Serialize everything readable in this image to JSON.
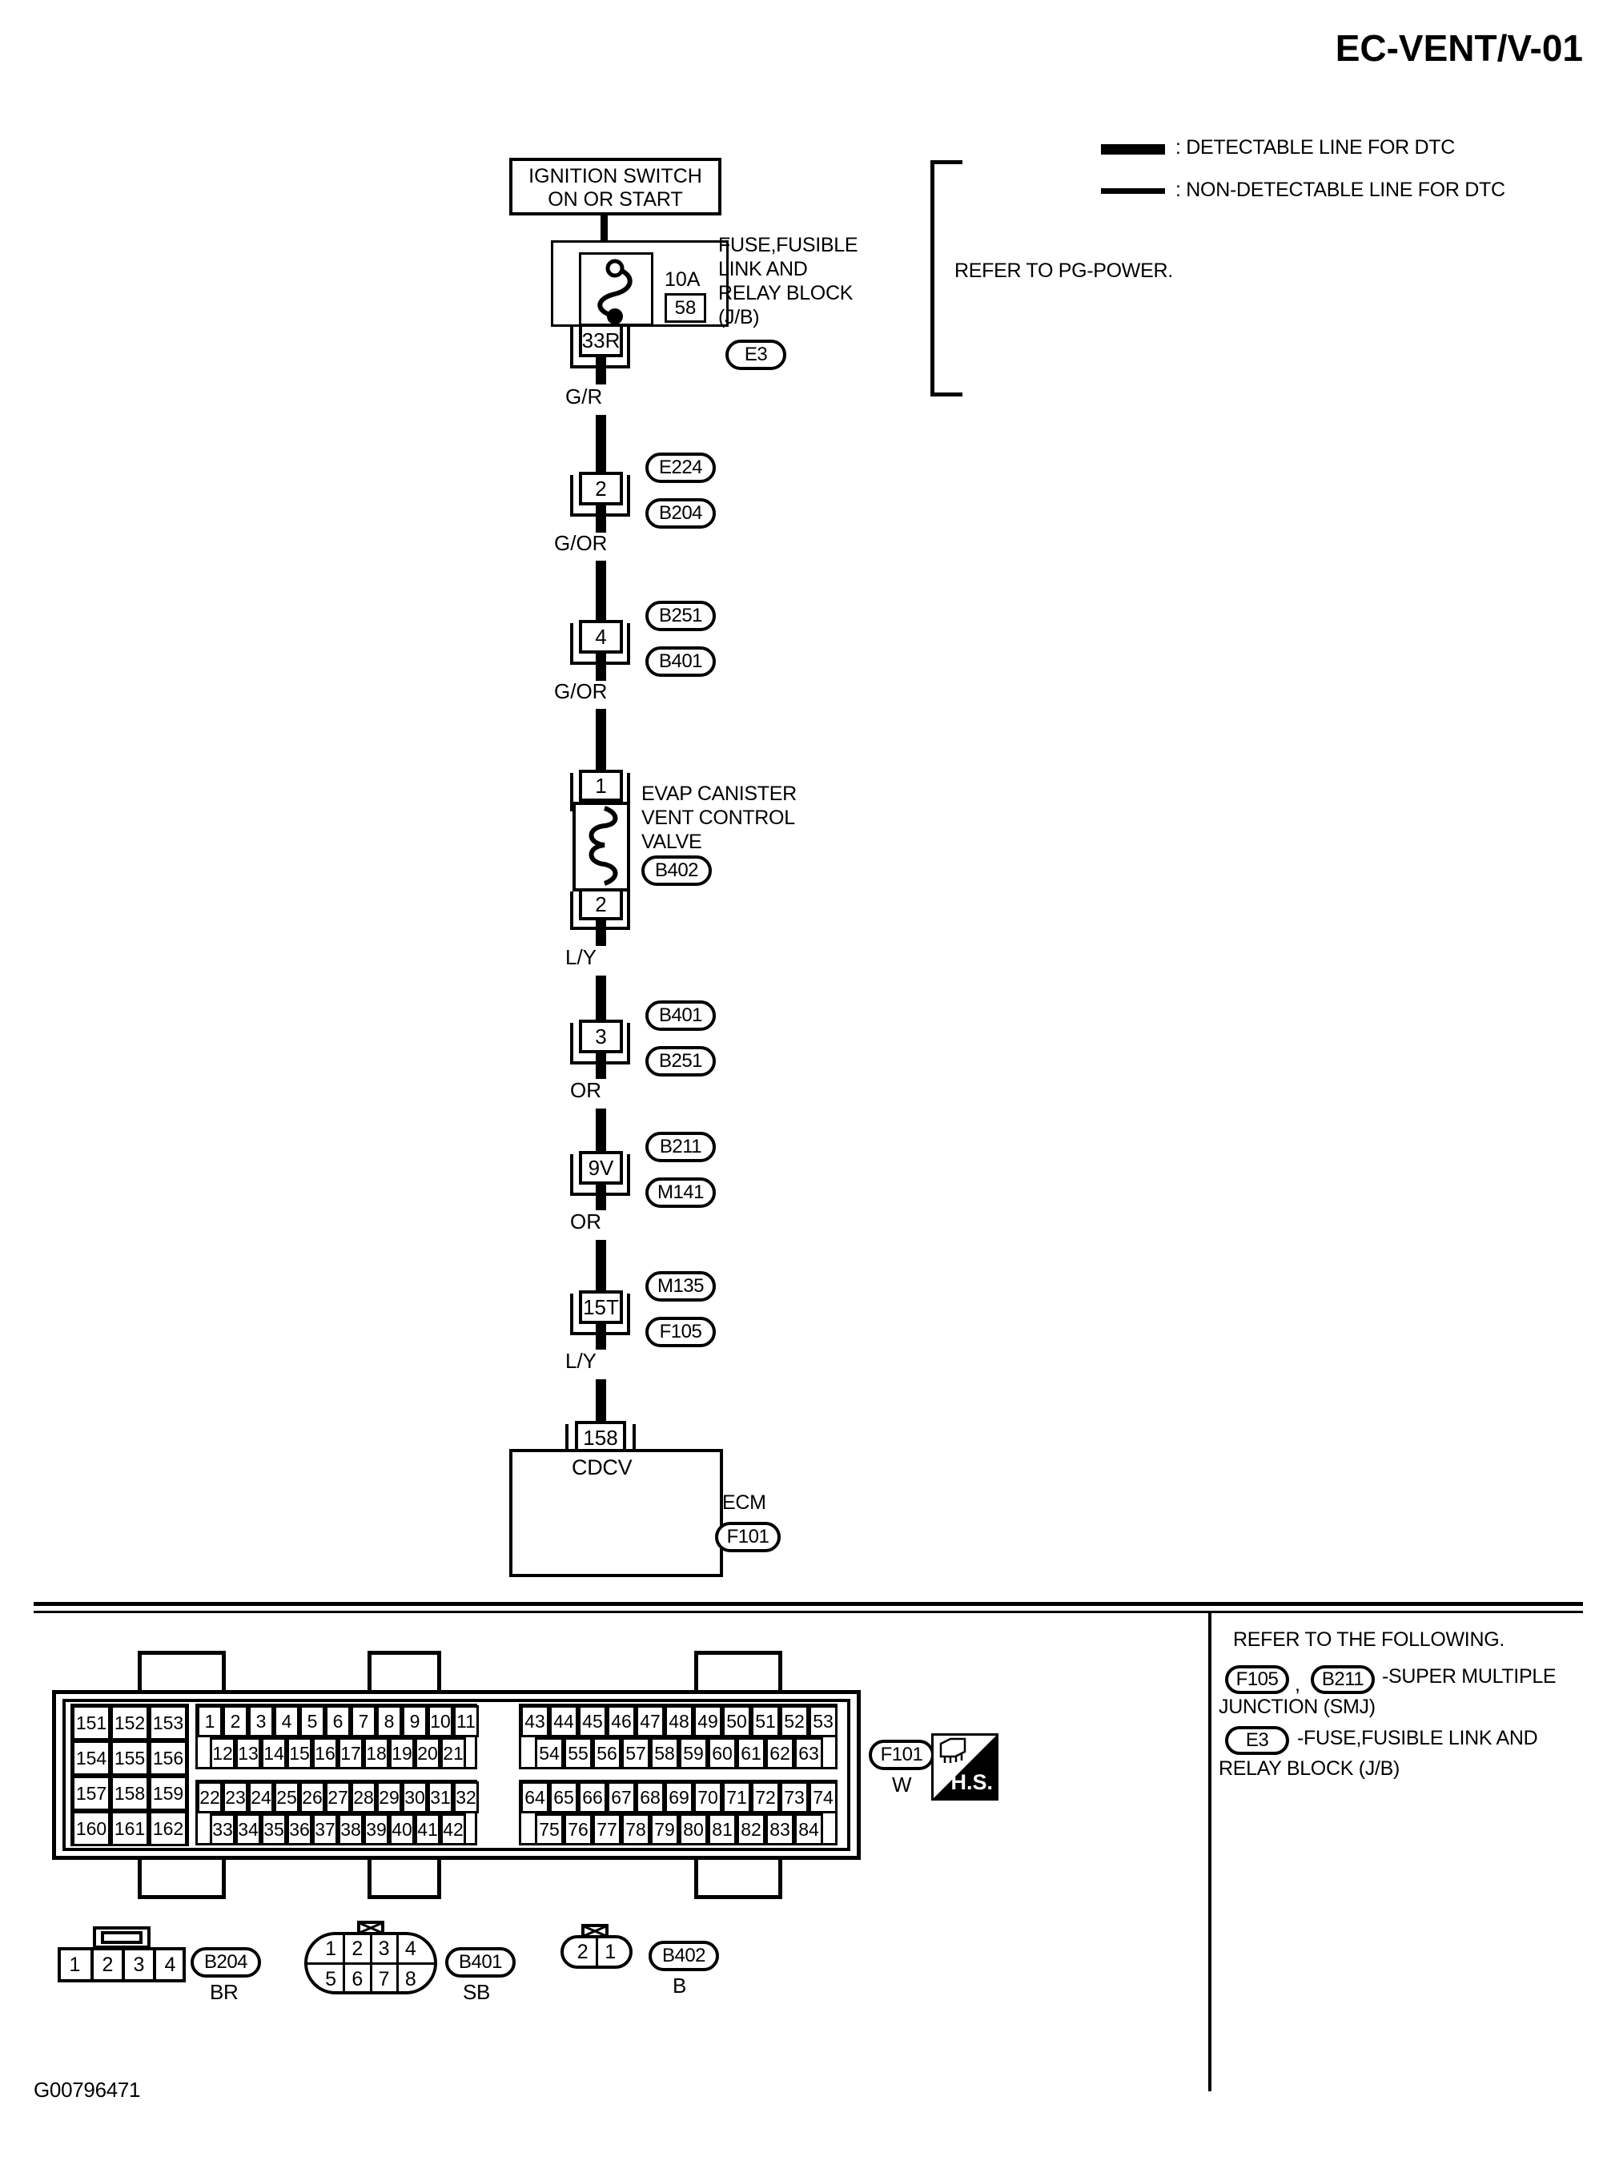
{
  "page": {
    "title": "EC-VENT/V-01",
    "code": "G00796471"
  },
  "legend": {
    "detectable": ": DETECTABLE LINE FOR DTC",
    "non_detectable": ": NON-DETECTABLE LINE FOR DTC"
  },
  "power_ref": "REFER TO PG-POWER.",
  "ignition_switch": {
    "line1": "IGNITION SWITCH",
    "line2": "ON OR START"
  },
  "fuse_block": {
    "rating": "10A",
    "fuse_number": "58",
    "label_line1": "FUSE,FUSIBLE",
    "label_line2": "LINK AND",
    "label_line3": "RELAY BLOCK",
    "label_line4": "(J/B)",
    "connector_id": "E3",
    "pin": "33R"
  },
  "wires": [
    {
      "color": "G/R"
    },
    {
      "color": "G/OR"
    },
    {
      "color": "G/OR"
    },
    {
      "color": "L/Y"
    },
    {
      "color": "OR"
    },
    {
      "color": "OR"
    },
    {
      "color": "L/Y"
    }
  ],
  "inline_connectors": [
    {
      "pin": "2",
      "top_id": "E224",
      "bottom_id": "B204"
    },
    {
      "pin": "4",
      "top_id": "B251",
      "bottom_id": "B401"
    },
    {
      "pin": "3",
      "top_id": "B401",
      "bottom_id": "B251"
    },
    {
      "pin": "9V",
      "top_id": "B211",
      "bottom_id": "M141"
    },
    {
      "pin": "15T",
      "top_id": "M135",
      "bottom_id": "F105"
    }
  ],
  "evap_valve": {
    "pin_top": "1",
    "pin_bottom": "2",
    "label_line1": "EVAP CANISTER",
    "label_line2": "VENT CONTROL",
    "label_line3": "VALVE",
    "connector_id": "B402"
  },
  "ecm": {
    "pin": "158",
    "terminal_label": "CDCV",
    "name": "ECM",
    "connector_id": "F101"
  },
  "ecm_connector_view": {
    "connector_id": "F101",
    "wire_color": "W",
    "left_block_rows": [
      [
        "151",
        "152",
        "153"
      ],
      [
        "154",
        "155",
        "156"
      ],
      [
        "157",
        "158",
        "159"
      ],
      [
        "160",
        "161",
        "162"
      ]
    ],
    "mid_upper_rows": [
      [
        "1",
        "2",
        "3",
        "4",
        "5",
        "6",
        "7",
        "8",
        "9",
        "10",
        "11"
      ],
      [
        "12",
        "13",
        "14",
        "15",
        "16",
        "17",
        "18",
        "19",
        "20",
        "21"
      ]
    ],
    "mid_lower_rows": [
      [
        "22",
        "23",
        "24",
        "25",
        "26",
        "27",
        "28",
        "29",
        "30",
        "31",
        "32"
      ],
      [
        "33",
        "34",
        "35",
        "36",
        "37",
        "38",
        "39",
        "40",
        "41",
        "42"
      ]
    ],
    "right_upper_rows": [
      [
        "43",
        "44",
        "45",
        "46",
        "47",
        "48",
        "49",
        "50",
        "51",
        "52",
        "53"
      ],
      [
        "54",
        "55",
        "56",
        "57",
        "58",
        "59",
        "60",
        "61",
        "62",
        "63"
      ]
    ],
    "right_lower_rows": [
      [
        "64",
        "65",
        "66",
        "67",
        "68",
        "69",
        "70",
        "71",
        "72",
        "73",
        "74"
      ],
      [
        "75",
        "76",
        "77",
        "78",
        "79",
        "80",
        "81",
        "82",
        "83",
        "84"
      ]
    ],
    "hs_label": "H.S."
  },
  "bottom_connectors": [
    {
      "id": "B204",
      "color": "BR",
      "pins_row1": [
        "1",
        "2",
        "3",
        "4"
      ],
      "pins_row2": []
    },
    {
      "id": "B401",
      "color": "SB",
      "pins_row1": [
        "1",
        "2",
        "3",
        "4"
      ],
      "pins_row2": [
        "5",
        "6",
        "7",
        "8"
      ]
    },
    {
      "id": "B402",
      "color": "B",
      "pins_row1": [
        "2",
        "1"
      ],
      "pins_row2": []
    }
  ],
  "refer_block": {
    "heading": "REFER TO THE FOLLOWING.",
    "items": [
      {
        "ids": [
          "F105",
          "B211"
        ],
        "separator": ",",
        "text_line1": "-SUPER MULTIPLE",
        "text_line2": "JUNCTION (SMJ)"
      },
      {
        "ids": [
          "E3"
        ],
        "separator": "",
        "text_line1": "-FUSE,FUSIBLE LINK AND",
        "text_line2": "RELAY BLOCK (J/B)"
      }
    ]
  }
}
